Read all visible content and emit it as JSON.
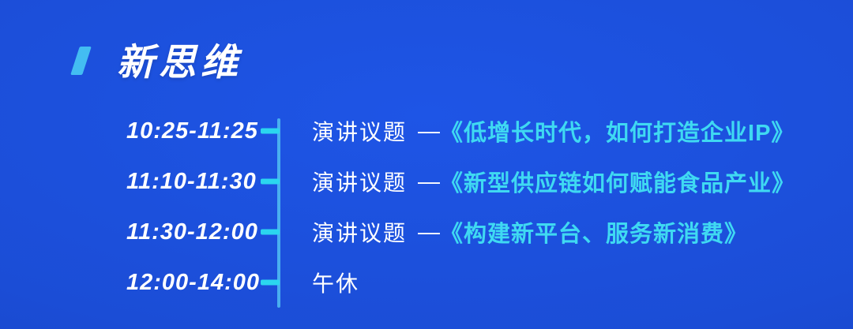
{
  "theme": {
    "background_blue": "#1b4dd6",
    "accent_cyan": "#3fd9f2",
    "tick_cyan": "#2bd6ef",
    "timeline_blue": "#4fb9f2",
    "text_white": "#ffffff"
  },
  "section": {
    "title": "新思维"
  },
  "schedule": {
    "rows": [
      {
        "time": "10:25-11:25",
        "label": "演讲议题",
        "dash": "—",
        "topic": "《低增长时代，如何打造企业IP》"
      },
      {
        "time": "11:10-11:30",
        "label": "演讲议题",
        "dash": "—",
        "topic": "《新型供应链如何赋能食品产业》"
      },
      {
        "time": "11:30-12:00",
        "label": "演讲议题",
        "dash": "—",
        "topic": "《构建新平台、服务新消费》"
      },
      {
        "time": "12:00-14:00",
        "label": "午休",
        "dash": "",
        "topic": ""
      }
    ]
  }
}
